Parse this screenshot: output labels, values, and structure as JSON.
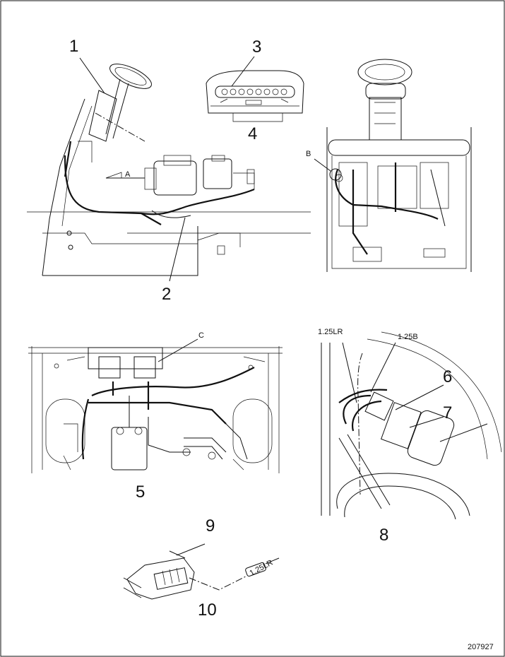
{
  "callouts": {
    "c1": "1",
    "c2": "2",
    "c3": "3",
    "c4": "4",
    "c5": "5",
    "c6": "6",
    "c7": "7",
    "c8": "8",
    "c9": "9",
    "c10": "10"
  },
  "letters": {
    "a": "A",
    "b": "B",
    "c": "C"
  },
  "wires": {
    "w1": "1.25LR",
    "w2": "1.25B",
    "w3": "1.25LR"
  },
  "figure_number": "207927",
  "colors": {
    "line": "#111111",
    "background": "#ffffff"
  }
}
